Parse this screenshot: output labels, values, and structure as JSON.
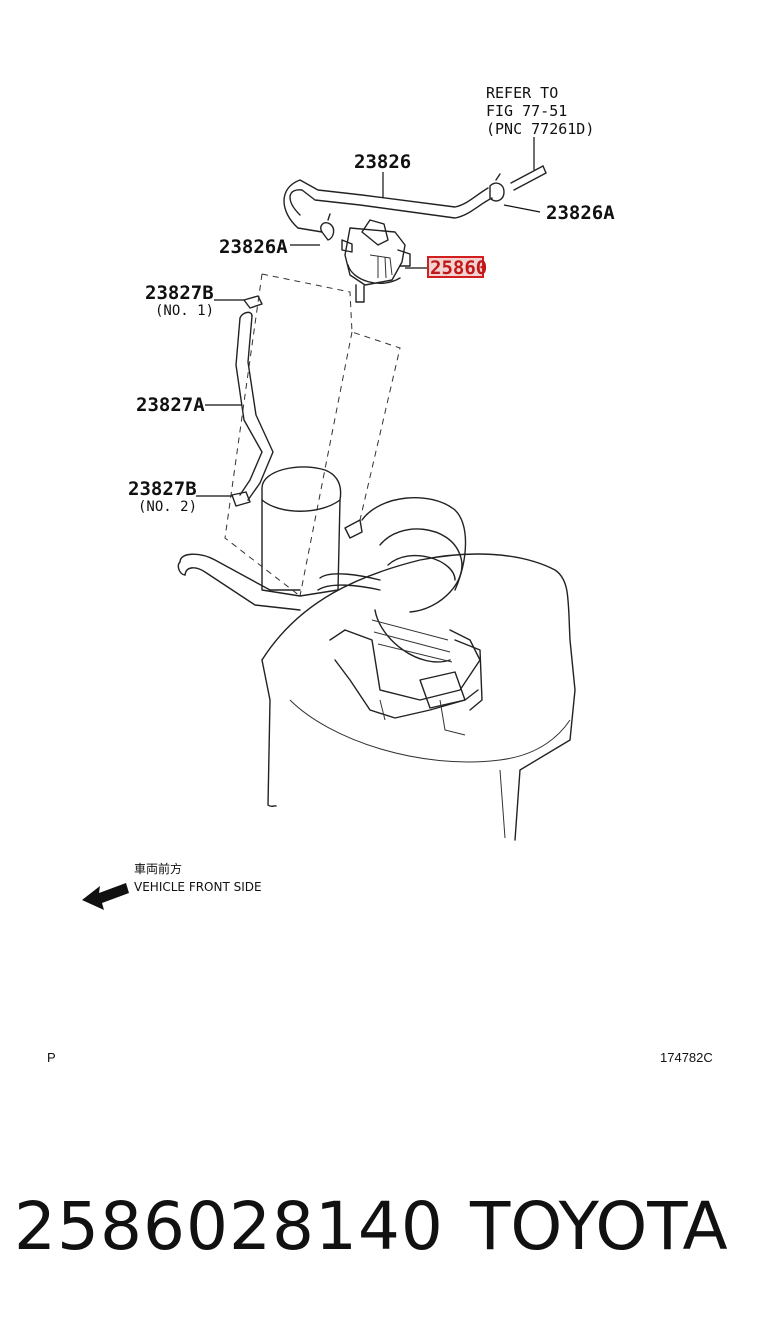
{
  "ref": {
    "line1": "REFER TO",
    "line2": "FIG 77-51",
    "line3": "(PNC 77261D)"
  },
  "callouts": {
    "hose_upper": "23826",
    "clamp_right": "23826A",
    "clamp_left": "23826A",
    "valve_highlight": "25860",
    "clip_no1": "23827B",
    "clip_no1_sub": "(NO. 1)",
    "hose_lower": "23827A",
    "clip_no2": "23827B",
    "clip_no2_sub": "(NO. 2)"
  },
  "direction": {
    "jp": "車両前方",
    "en": "VEHICLE FRONT SIDE",
    "icon": "arrow-left-down-icon"
  },
  "corner_left": "P",
  "corner_right": "174782C",
  "footer": {
    "part_number": "2586028140",
    "brand": "TOYOTA"
  },
  "colors": {
    "highlight": "#d11f1f",
    "line": "#222222"
  }
}
